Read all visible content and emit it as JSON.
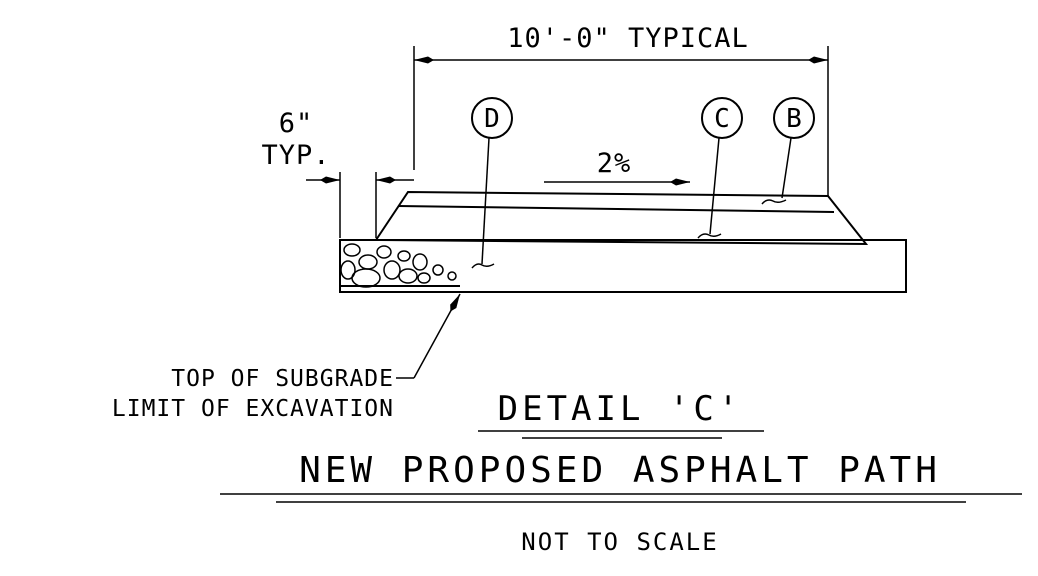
{
  "dimensions": {
    "width_label": "10'-0\" TYPICAL",
    "edge_label_line1": "6\"",
    "edge_label_line2": "TYP.",
    "slope_label": "2%"
  },
  "callouts": [
    "D",
    "C",
    "B"
  ],
  "notes": {
    "subgrade_line1": "TOP OF SUBGRADE",
    "subgrade_line2": "LIMIT OF EXCAVATION"
  },
  "title_block": {
    "title": "DETAIL 'C'",
    "subtitle": "NEW PROPOSED ASPHALT PATH",
    "scale": "NOT TO SCALE"
  }
}
